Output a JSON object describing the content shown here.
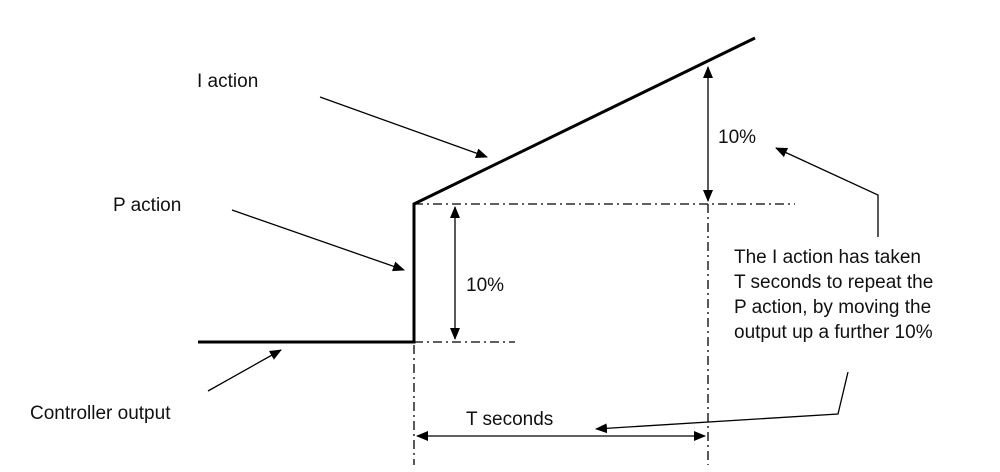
{
  "labels": {
    "i_action": "I action",
    "p_action": "P action",
    "controller_output": "Controller output",
    "p_step": "10%",
    "i_rise": "10%",
    "t_seconds": "T seconds"
  },
  "note": {
    "lines": [
      "The I action has taken",
      "T seconds to repeat the",
      "P action, by moving the",
      "output up a further 10%"
    ]
  },
  "colors": {
    "stroke": "#000000",
    "text": "#111111",
    "background": "#ffffff"
  }
}
